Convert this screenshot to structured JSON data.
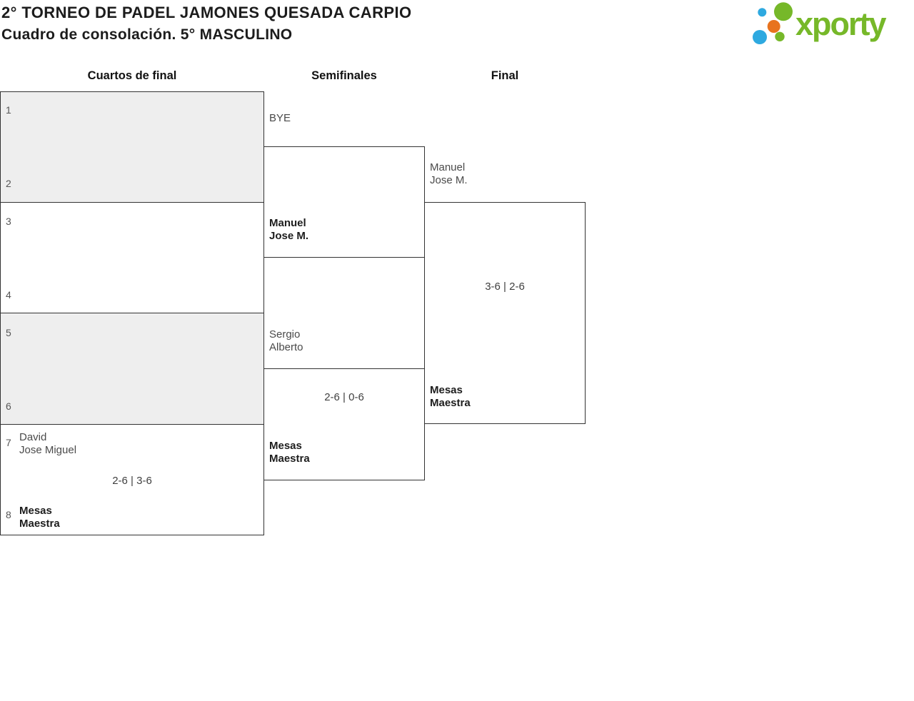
{
  "page": {
    "title": "2° TORNEO DE PADEL JAMONES QUESADA CARPIO",
    "subtitle": "Cuadro de consolación. 5° MASCULINO"
  },
  "logo": {
    "text": "xporty"
  },
  "rounds": {
    "quarterfinals": "Cuartos de final",
    "semifinals": "Semifinales",
    "final": "Final"
  },
  "bracket": {
    "quarterfinals": [
      {
        "seeds": [
          "1",
          "2"
        ],
        "shaded": true
      },
      {
        "seeds": [
          "3",
          "4"
        ],
        "shaded": false
      },
      {
        "seeds": [
          "5",
          "6"
        ],
        "shaded": true
      },
      {
        "seeds": [
          "7",
          "8"
        ],
        "shaded": false,
        "team_top": {
          "line1": "David",
          "line2": "Jose Miguel",
          "winner": false
        },
        "team_bottom": {
          "line1": "Mesas",
          "line2": "Maestra",
          "winner": true
        },
        "score": "2-6 | 3-6"
      }
    ],
    "semifinals": [
      {
        "team_top": {
          "line1": "BYE",
          "winner": false
        },
        "team_bottom": {
          "line1": "Manuel",
          "line2": "Jose M.",
          "winner": true
        }
      },
      {
        "team_top": {
          "line1": "Sergio",
          "line2": "Alberto",
          "winner": false
        },
        "team_bottom": {
          "line1": "Mesas",
          "line2": "Maestra",
          "winner": true
        },
        "score": "2-6 | 0-6"
      }
    ],
    "final": {
      "team_top": {
        "line1": "Manuel",
        "line2": "Jose M.",
        "winner": false
      },
      "team_bottom": {
        "line1": "Mesas",
        "line2": "Maestra",
        "winner": true
      },
      "score": "3-6 | 2-6"
    }
  },
  "colors": {
    "logo_green": "#76b829",
    "logo_blue": "#2ea9e0",
    "logo_orange": "#e8731e",
    "shaded_box": "#eeeeee",
    "box_border": "#333333"
  }
}
